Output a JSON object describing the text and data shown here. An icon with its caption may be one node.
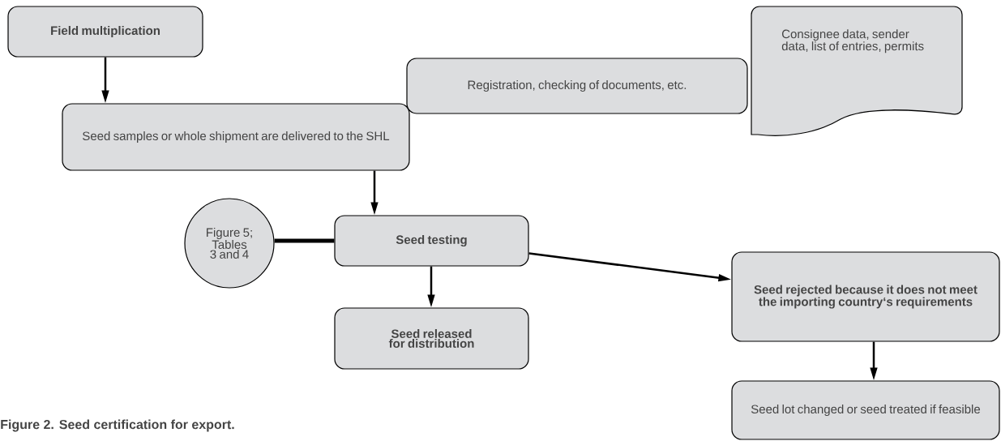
{
  "diagram": {
    "caption": "Figure 2. Seed certification for export.",
    "nodes": [
      {
        "text": [
          "Field multiplication"
        ]
      },
      {
        "text": [
          "Seed samples or whole shipment are delivered to the SHL"
        ]
      },
      {
        "text": [
          "Registration, checking of documents, etc."
        ]
      },
      {
        "text": [
          "Consignee data, sender data, list of entries, permits"
        ]
      },
      {
        "text": [
          "Figure 5; Tables 3 and 4"
        ]
      },
      {
        "text": [
          "Seed testing"
        ]
      },
      {
        "text": [
          "Seed released for distribution"
        ]
      },
      {
        "text": [
          "Seed rejected because it does not meet the importing country‘s requirements"
        ]
      },
      {
        "text": [
          "Seed lot changed or seed treated if feasible"
        ]
      }
    ],
    "edges": [
      {
        "from": 0,
        "to": 1,
        "arrow": "to"
      },
      {
        "from": 1,
        "to": 5,
        "arrow": "to"
      },
      {
        "from": 4,
        "to": 5,
        "arrow": "none",
        "style": "thick"
      },
      {
        "from": 5,
        "to": 6,
        "arrow": "to"
      },
      {
        "from": 5,
        "to": 7,
        "arrow": "to"
      },
      {
        "from": 7,
        "to": 8,
        "arrow": "to"
      }
    ]
  }
}
